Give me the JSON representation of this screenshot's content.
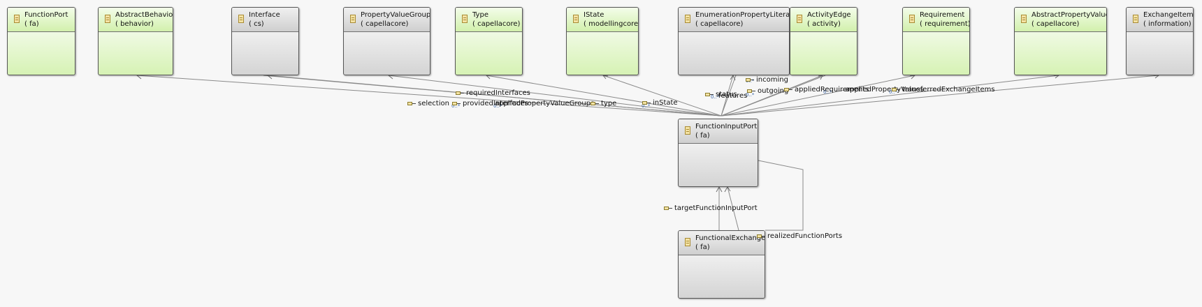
{
  "classes": {
    "functionPort": {
      "name": "FunctionPort",
      "pkg": "( fa)"
    },
    "abstractBehavior": {
      "name": "AbstractBehavior",
      "pkg": "( behavior)"
    },
    "interface": {
      "name": "Interface",
      "pkg": "( cs)"
    },
    "propertyValueGroup": {
      "name": "PropertyValueGroup",
      "pkg": "( capellacore)"
    },
    "type": {
      "name": "Type",
      "pkg": "( capellacore)"
    },
    "iState": {
      "name": "IState",
      "pkg": "( modellingcore)"
    },
    "enumerationPropertyLiteral": {
      "name": "EnumerationPropertyLiteral",
      "pkg": "( capellacore)"
    },
    "activityEdge": {
      "name": "ActivityEdge",
      "pkg": "( activity)"
    },
    "requirement": {
      "name": "Requirement",
      "pkg": "( requirement)"
    },
    "abstractPropertyValue": {
      "name": "AbstractPropertyValue",
      "pkg": "( capellacore)"
    },
    "exchangeItem": {
      "name": "ExchangeItem",
      "pkg": "( information)"
    },
    "functionInputPort": {
      "name": "FunctionInputPort",
      "pkg": "( fa)"
    },
    "functionalExchange": {
      "name": "FunctionalExchange",
      "pkg": "( fa)"
    }
  },
  "labels": {
    "requiredInterfaces": "requiredInterfaces",
    "selection": "selection",
    "providedInterfaces": "providedInterfaces",
    "appliedPropertyValueGroups": "appliedPropertyValueGroups",
    "type": "type",
    "inState": "inState",
    "status": "status",
    "features": "features",
    "incoming": "incoming",
    "outgoing": "outgoing",
    "appliedRequirements": "appliedRequirements",
    "appliedPropertyValues": "appliedPropertyValues",
    "transferredExchangeItems": "transferredExchangeItems",
    "targetFunctionInputPort": "targetFunctionInputPort",
    "realizedFunctionPorts": "realizedFunctionPorts"
  }
}
